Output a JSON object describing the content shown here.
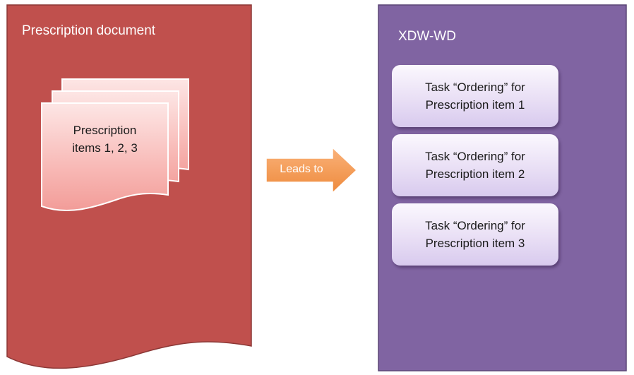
{
  "prescription_document": {
    "title": "Prescription document",
    "items_line1": "Prescription",
    "items_line2": "items 1, 2, 3"
  },
  "arrow": {
    "label": "Leads to"
  },
  "workflow": {
    "title": "XDW-WD",
    "tasks": [
      {
        "line1": "Task “Ordering” for",
        "line2": "Prescription item 1"
      },
      {
        "line1": "Task “Ordering” for",
        "line2": "Prescription item 2"
      },
      {
        "line1": "Task “Ordering” for",
        "line2": "Prescription item 3"
      }
    ]
  },
  "colors": {
    "document_fill": "#c0504d",
    "document_border": "#8c3836",
    "workflow_fill": "#8064a2",
    "workflow_border": "#5c4776",
    "arrow_fill": "#f79646",
    "page_fill": "#f4a3a0"
  }
}
